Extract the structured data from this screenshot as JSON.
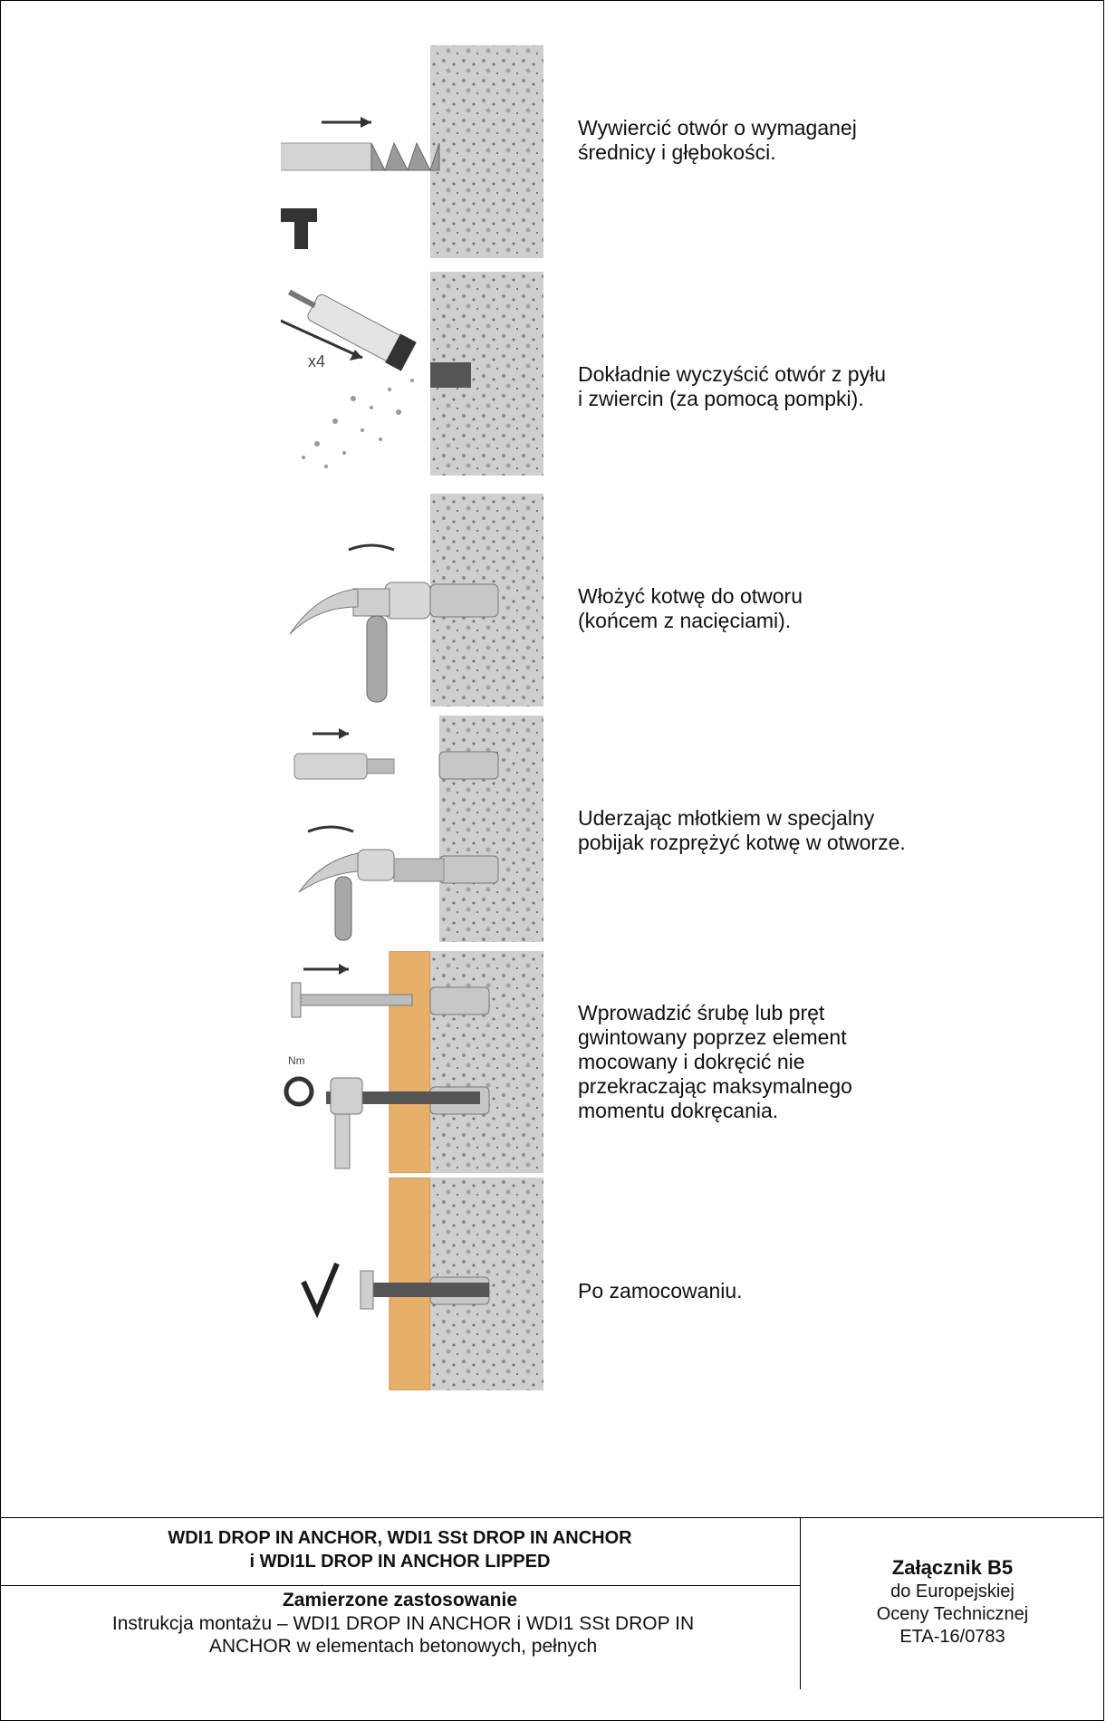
{
  "steps": [
    {
      "id": "drill",
      "text": "Wywiercić otwór o wymaganej\nśrednicy i głębokości.",
      "icons": [
        "drill-bit-icon",
        "hammer-drill-icon",
        "arrow-right-icon"
      ]
    },
    {
      "id": "clean",
      "text": "Dokładnie wyczyścić otwór z pyłu\ni zwiercin (za pomocą pompki).",
      "icons": [
        "blow-pump-icon",
        "double-arrow-icon"
      ],
      "pump_label": "x4"
    },
    {
      "id": "insert",
      "text": "Włożyć kotwę do otworu\n(końcem z nacięciami).",
      "icons": [
        "hammer-icon",
        "anchor-icon"
      ]
    },
    {
      "id": "expand",
      "text": "Uderzając młotkiem w specjalny\npobijak rozprężyć kotwę w otworze.",
      "icons": [
        "setting-tool-icon",
        "hammer-icon"
      ]
    },
    {
      "id": "fasten",
      "text": "Wprowadzić śrubę lub pręt\ngwintowany poprzez element\nmocowany i dokręcić nie\nprzekraczając maksymalnego\nmomentu dokręcania.",
      "icons": [
        "bolt-icon",
        "torque-wrench-icon"
      ],
      "torque_label": "Nm"
    },
    {
      "id": "done",
      "text": "Po zamocowaniu.",
      "icons": [
        "checkmark-icon"
      ]
    }
  ],
  "footer": {
    "product_title": "WDI1 DROP IN ANCHOR, WDI1 SSt DROP IN ANCHOR\ni WDI1L DROP IN ANCHOR LIPPED",
    "use_heading": "Zamierzone zastosowanie",
    "use_text": "Instrukcja montażu – WDI1 DROP IN ANCHOR i WDI1 SSt DROP IN\nANCHOR w elementach betonowych, pełnych",
    "annex_title": "Załącznik B5",
    "annex_sub": "do Europejskiej\nOceny Technicznej\nETA-16/0783"
  },
  "colors": {
    "concrete": "#c9c9c9",
    "wood": "#e6b06a",
    "steel": "#bdbdbd",
    "dark": "#333333"
  }
}
